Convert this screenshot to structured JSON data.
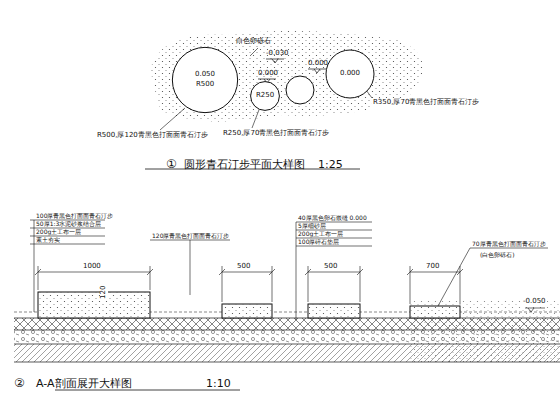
{
  "diagram": {
    "nodes": [
      {
        "text": [
          "0.050",
          "R500"
        ]
      },
      {
        "text": [
          "R250"
        ]
      },
      {
        "text": [
          "0.000"
        ]
      }
    ],
    "labels": [
      "白色卵砾石",
      "-0.030",
      "0.000",
      "0.000",
      "R250,厚70青黑色打面面青石汀步",
      "R350,厚70青黑色打面面青石汀步",
      "R500,厚120青黑色打面面青石汀步",
      "①",
      "圆形青石汀步平面大样图",
      "1:25",
      "100厚青黑色打面面青石汀步",
      "50厚1:3水泥砂浆结合层",
      "200g土工布一层",
      "素土夯实",
      "1000",
      "500",
      "500",
      "700",
      "120",
      "120厚青黑色打面面青石汀步",
      "40厚黑色卵石嵌缝 0.000",
      "5厚细砂层",
      "200g土工布一层",
      "100厚碎石垫层",
      "70厚青黑色打面面青石汀步",
      "(白色卵砾石)",
      "-0.050",
      "②",
      "A-A剖面展开大样图",
      "1:10"
    ]
  }
}
